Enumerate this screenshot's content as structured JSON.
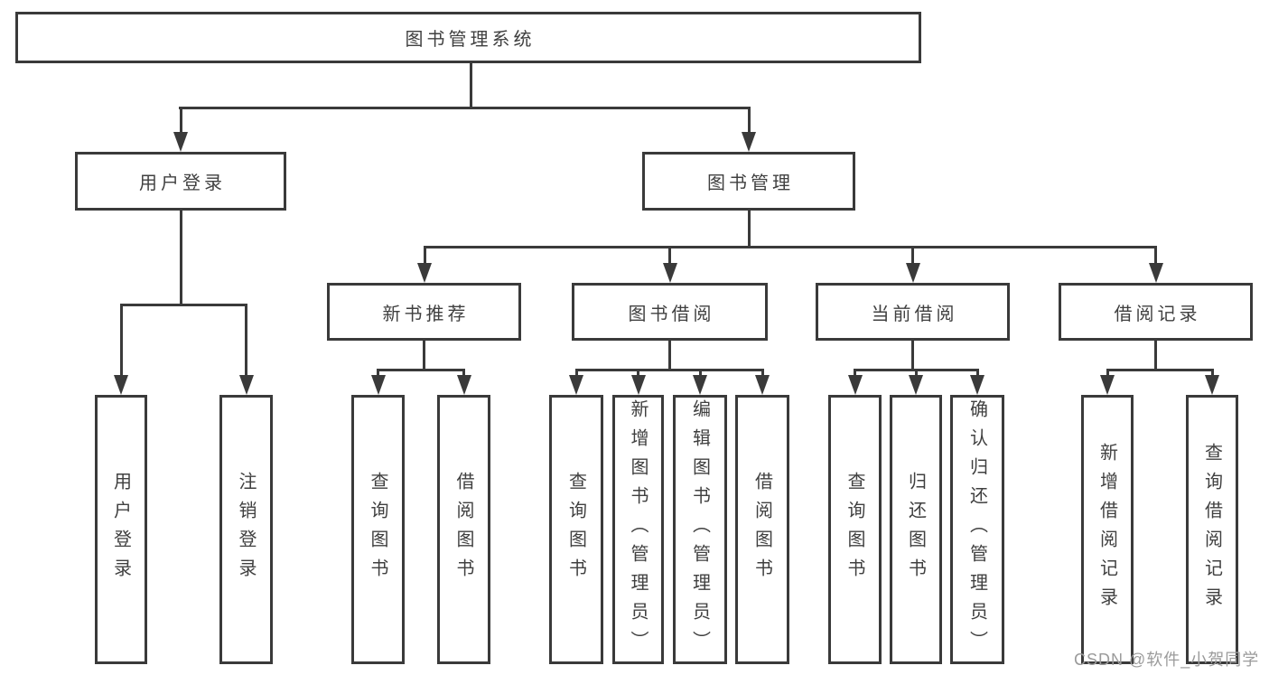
{
  "nodes": {
    "root": "图书管理系统",
    "user_login": "用户登录",
    "book_mgmt": "图书管理",
    "new_book_rec": "新书推荐",
    "book_borrow": "图书借阅",
    "current_borrow": "当前借阅",
    "borrow_records": "借阅记录",
    "leaf_user_login": "用户登录",
    "leaf_logout": "注销登录",
    "leaf_rec_query_books": "查询图书",
    "leaf_rec_borrow_books": "借阅图书",
    "leaf_bb_query_books": "查询图书",
    "leaf_bb_add_books": "新增图书（管理员）",
    "leaf_bb_edit_books": "编辑图书（管理员）",
    "leaf_bb_borrow_books": "借阅图书",
    "leaf_cb_query_books": "查询图书",
    "leaf_cb_return_books": "归还图书",
    "leaf_cb_confirm_return": "确认归还（管理员）",
    "leaf_br_add_record": "新增借阅记录",
    "leaf_br_query_record": "查询借阅记录"
  },
  "watermark": "CSDN @软件_小贺同学",
  "colors": {
    "line": "#3a3a3a",
    "text": "#404040",
    "watermark": "#9b9b9b",
    "background": "#ffffff"
  }
}
